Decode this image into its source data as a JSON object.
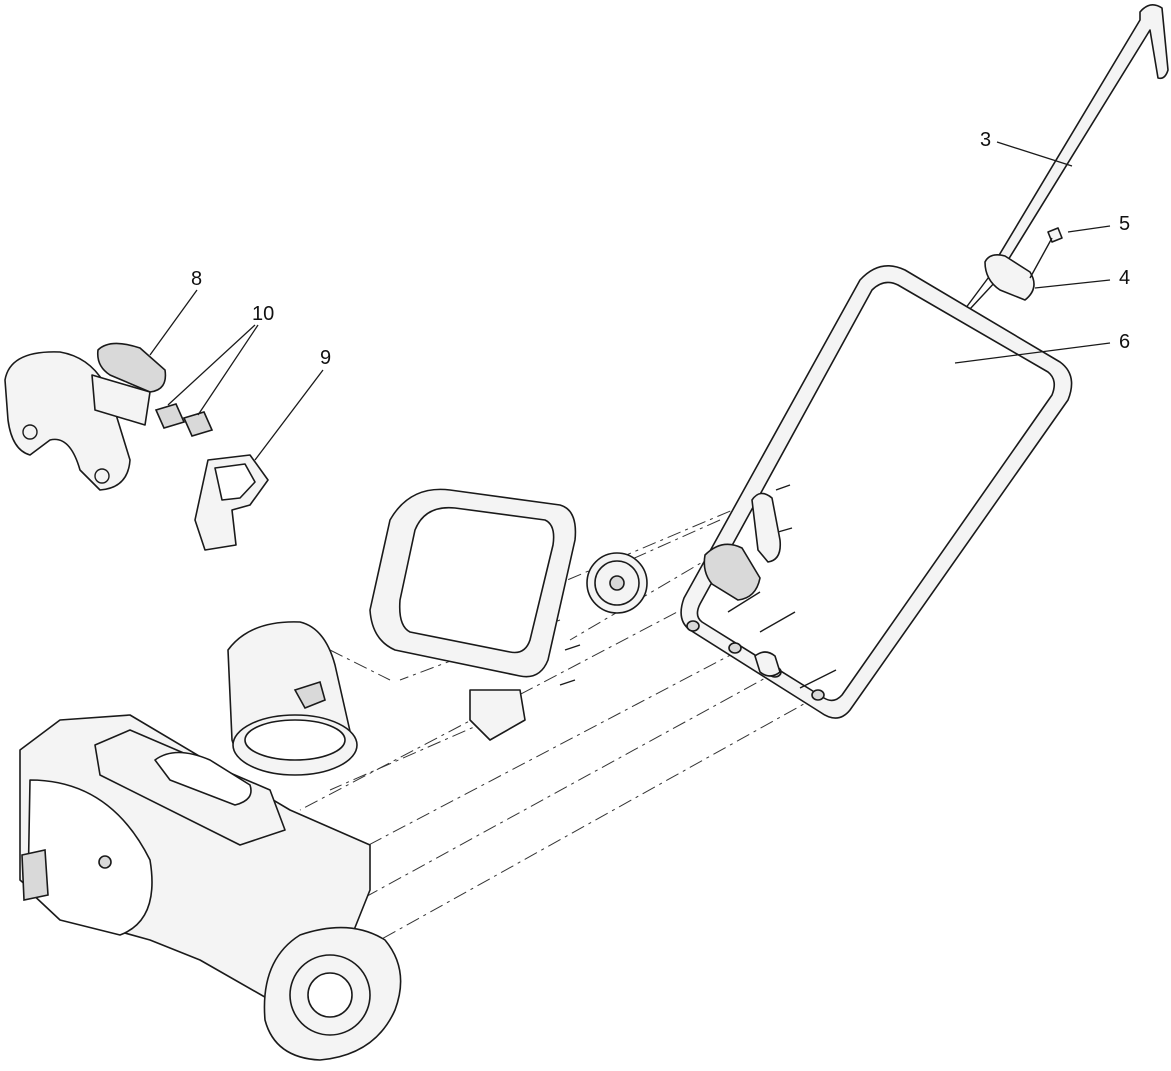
{
  "diagram": {
    "callouts": {
      "c3": "3",
      "c4": "4",
      "c5": "5",
      "c6": "6",
      "c8": "8",
      "c9": "9",
      "c10": "10"
    }
  }
}
